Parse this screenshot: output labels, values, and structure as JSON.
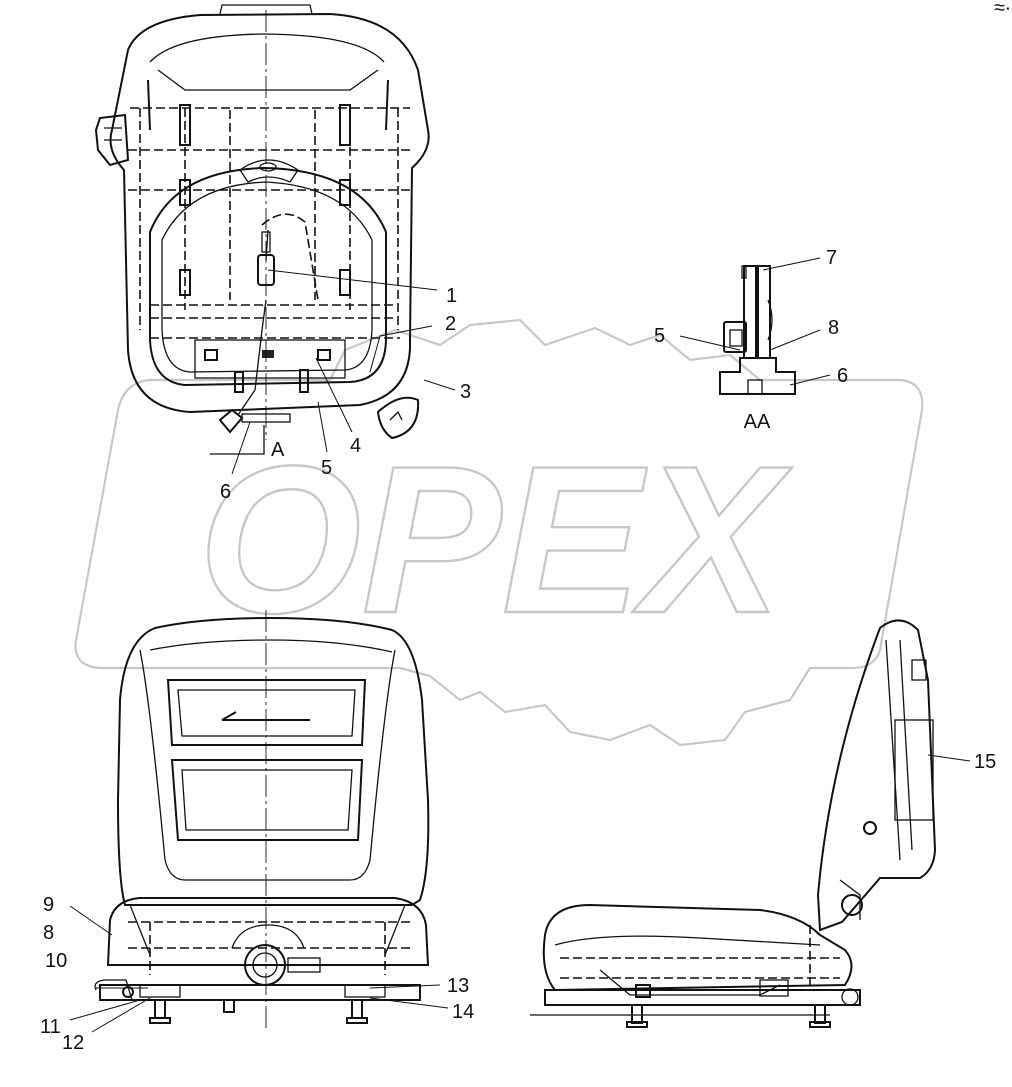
{
  "watermark": {
    "text": "OPEX",
    "color": "#c8c8c8"
  },
  "corner_mark": "≈∙",
  "section": {
    "cut_label": "A",
    "view_label": "AA"
  },
  "callouts": [
    {
      "id": "c1",
      "text": "1"
    },
    {
      "id": "c2",
      "text": "2"
    },
    {
      "id": "c3",
      "text": "3"
    },
    {
      "id": "c4",
      "text": "4"
    },
    {
      "id": "c5a",
      "text": "5"
    },
    {
      "id": "c6a",
      "text": "6"
    },
    {
      "id": "c7",
      "text": "7"
    },
    {
      "id": "c5b",
      "text": "5"
    },
    {
      "id": "c8a",
      "text": "8"
    },
    {
      "id": "c6b",
      "text": "6"
    },
    {
      "id": "c15",
      "text": "15"
    },
    {
      "id": "c9",
      "text": "9"
    },
    {
      "id": "c8b",
      "text": "8"
    },
    {
      "id": "c10",
      "text": "10"
    },
    {
      "id": "c11",
      "text": "11"
    },
    {
      "id": "c12",
      "text": "12"
    },
    {
      "id": "c13",
      "text": "13"
    },
    {
      "id": "c14",
      "text": "14"
    }
  ],
  "colors": {
    "line": "#111111",
    "watermark": "#c8c8c8",
    "background": "#ffffff"
  }
}
